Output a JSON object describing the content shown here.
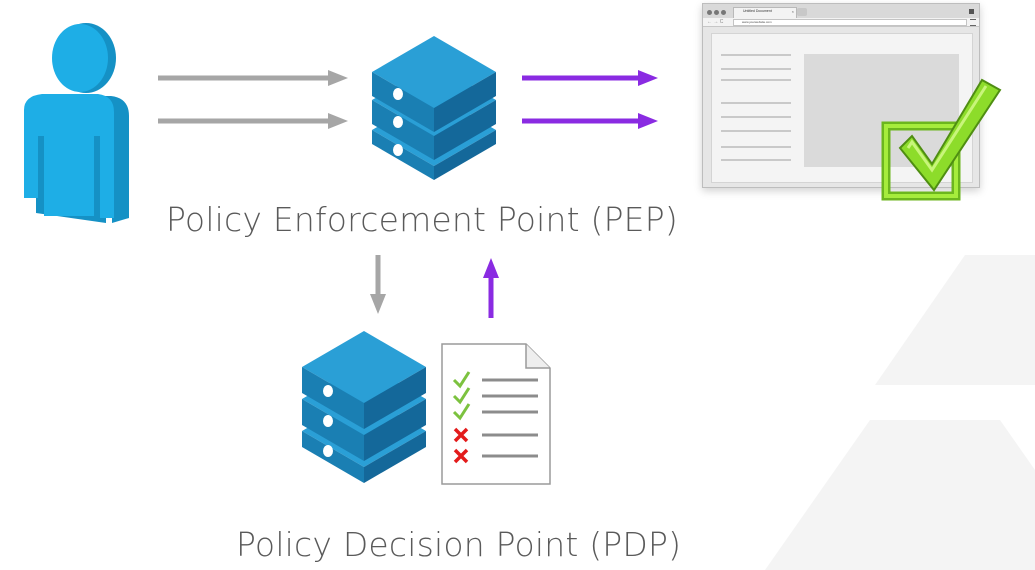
{
  "diagram": {
    "pep_label": "Policy Enforcement Point (PEP)",
    "pdp_label": "Policy Decision Point (PDP)",
    "browser": {
      "tab_title": "Untitled Document",
      "address": "www.yourwebsite.com"
    },
    "policy_rules": [
      "allow",
      "allow",
      "allow",
      "deny",
      "deny"
    ]
  },
  "colors": {
    "user": "#1ba9e1",
    "server": "#1b8fc7",
    "request_arrow": "#a6a6a6",
    "response_arrow": "#8a2be2",
    "check": "#7cc23f",
    "deny": "#e31b1b",
    "approved_check": "#8ddc2a"
  }
}
